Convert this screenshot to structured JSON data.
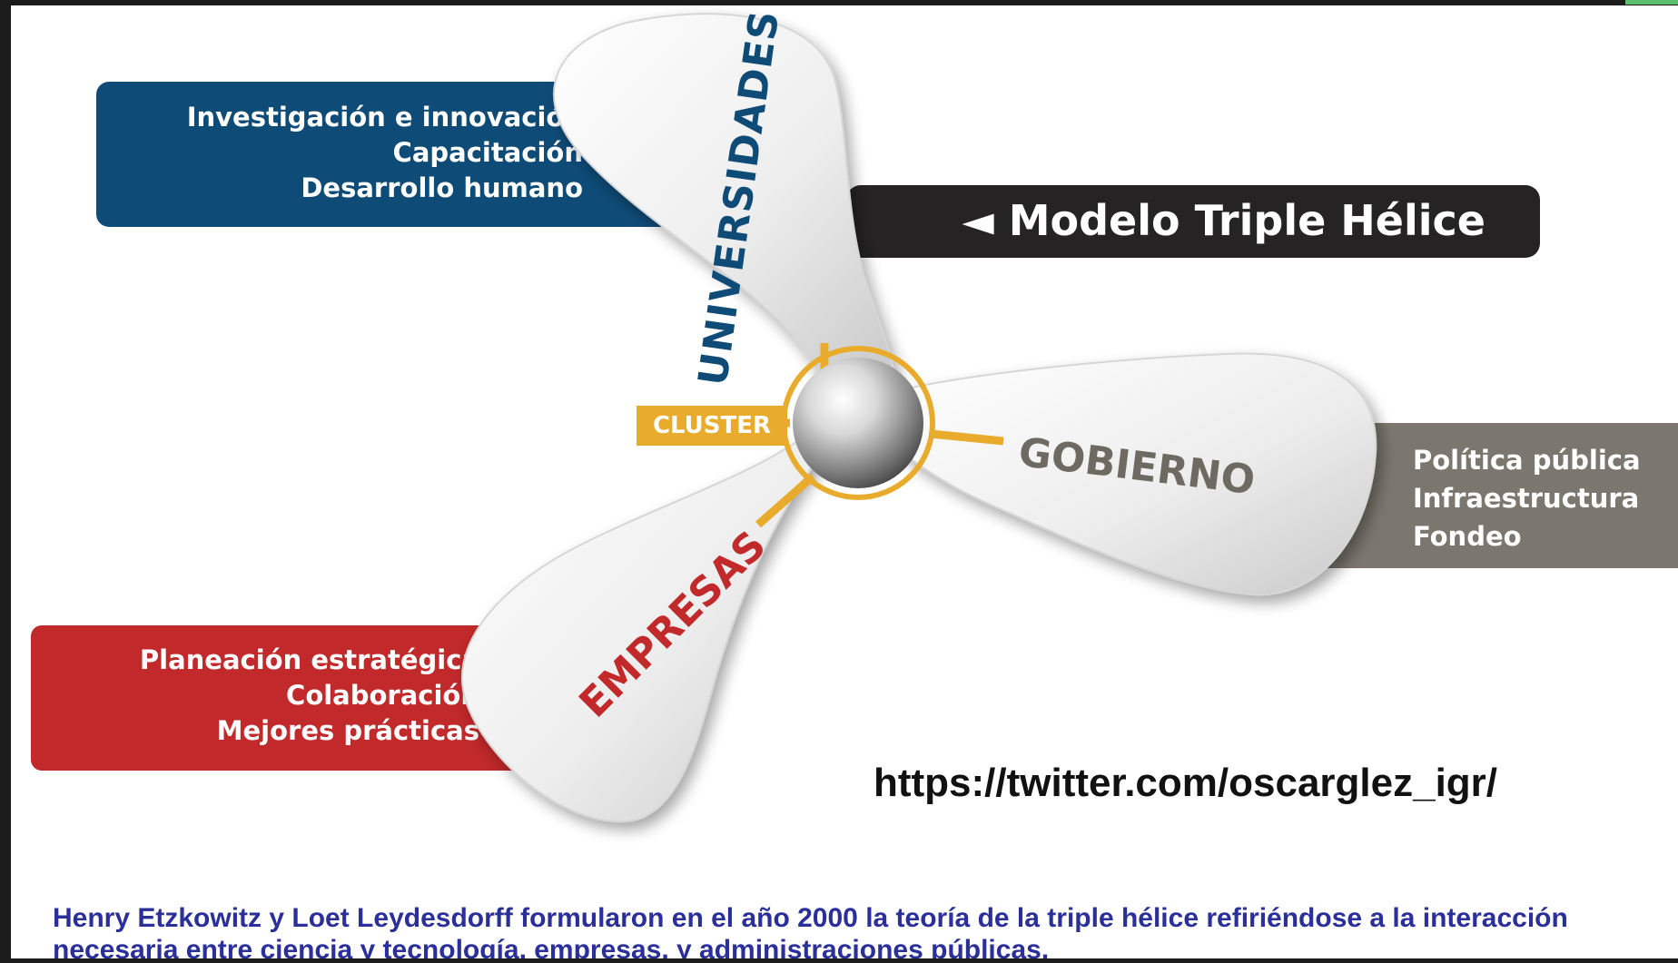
{
  "title": "◄ Modelo Triple Hélice",
  "universidades": {
    "label": "UNIVERSIDADES",
    "items": [
      "Investigación e innovación",
      "Capacitación",
      "Desarrollo humano"
    ]
  },
  "empresas": {
    "label": "EMPRESAS",
    "items": [
      "Planeación estratégica",
      "Colaboración",
      "Mejores prácticas"
    ]
  },
  "gobierno": {
    "label": "GOBIERNO",
    "items": [
      "Política pública",
      "Infraestructura",
      "Fondeo"
    ]
  },
  "center_label": "CLUSTER",
  "url": "https://twitter.com/oscarglez_igr/",
  "caption": "Henry Etzkowitz y Loet Leydesdorff formularon en el año 2000 la teoría de la triple hélice refiriéndose a la interacción necesaria entre ciencia y tecnología, empresas, y administraciones públicas.",
  "colors": {
    "universidades": "#0f4b77",
    "empresas": "#c1292b",
    "gobierno": "#7b776e",
    "title_bg": "#252324",
    "cluster": "#e8ab2c",
    "caption": "#2b2f9a"
  }
}
